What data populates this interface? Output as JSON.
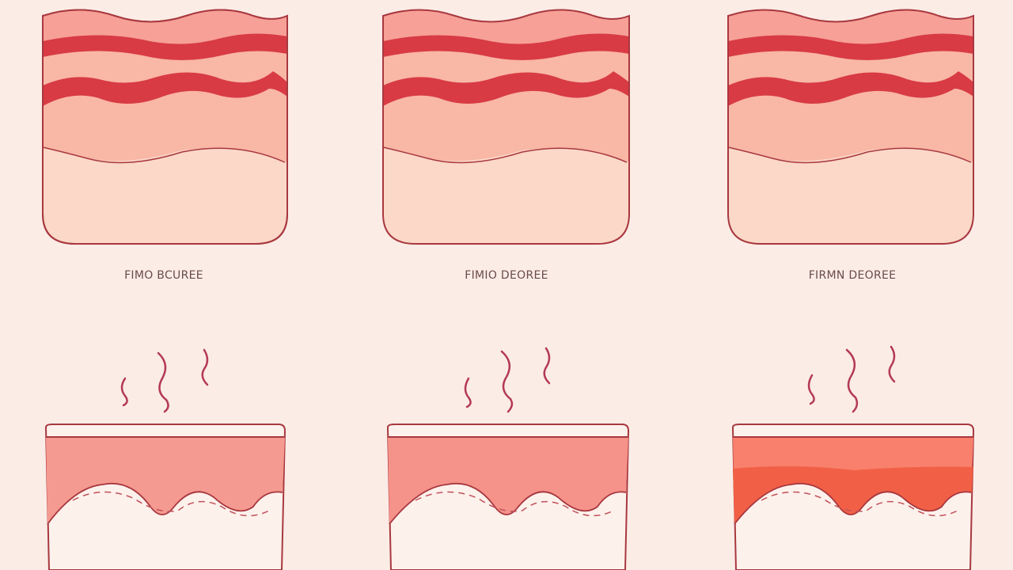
{
  "colors": {
    "background": "#fbece6",
    "outline": "#a8383f",
    "skin_light": "#fbd8c8",
    "skin_mid": "#f9b7a6",
    "skin_top": "#f6a097",
    "band_red": "#d83b44",
    "burn_orange": "#f05a3f",
    "steam": "#b43a55"
  },
  "panels_top": [
    {
      "label": "FIMO BCUREE"
    },
    {
      "label": "FIMIO DEOREE"
    },
    {
      "label": "FIRMN DEOREE"
    }
  ],
  "panels_bottom": [
    {
      "fill": "#f59a90",
      "steam_lines": 3
    },
    {
      "fill": "#f5928a",
      "steam_lines": 3
    },
    {
      "fill": "#f8806c",
      "steam_lines": 3,
      "burn_band": true
    }
  ]
}
